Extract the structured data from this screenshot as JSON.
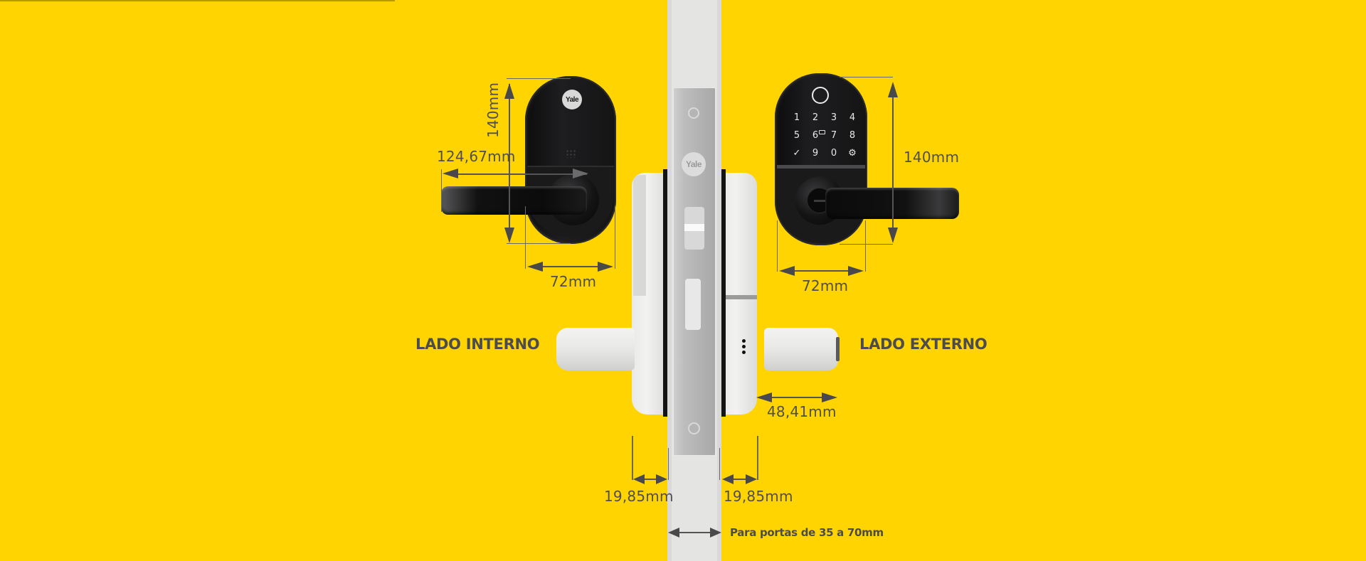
{
  "colors": {
    "background": "#FFD400",
    "text": "#4C4B4E",
    "door": "#D9D9D8"
  },
  "labels": {
    "inner_side": "LADO INTERNO",
    "outer_side": "LADO EXTERNO",
    "door_note": "Para portas de 35 a 70mm"
  },
  "dimensions": {
    "inner_height": "140mm",
    "inner_lever_length": "124,67mm",
    "inner_width": "72mm",
    "outer_height": "140mm",
    "outer_width": "72mm",
    "knob_length": "48,41mm",
    "left_offset": "19,85mm",
    "right_offset": "19,85mm"
  },
  "products": {
    "inner_lock": {
      "brand_badge": "Yale"
    },
    "outer_lock": {
      "keypad": [
        "1",
        "2",
        "3",
        "4",
        "5",
        "6",
        "7",
        "8",
        "✓",
        "9",
        "0",
        "⚙"
      ]
    },
    "mortise": {
      "brand_badge": "Yale"
    }
  }
}
